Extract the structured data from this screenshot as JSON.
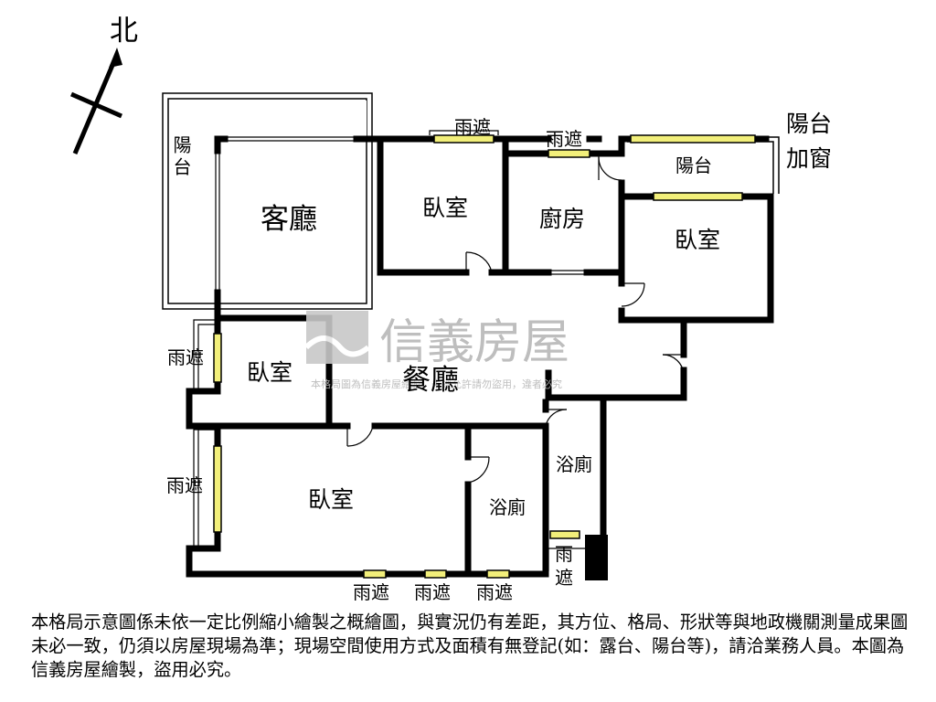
{
  "compass": {
    "label": "北"
  },
  "rooms": {
    "living_room": "客廳",
    "dining_room": "餐廳",
    "kitchen": "廚房",
    "bedroom_top": "臥室",
    "bedroom_right": "臥室",
    "bedroom_left": "臥室",
    "bedroom_bottom": "臥室",
    "bathroom_center": "浴廁",
    "bathroom_right": "浴廁",
    "balcony_left": "陽台",
    "balcony_right": "陽台",
    "balcony_window_line1": "陽台",
    "balcony_window_line2": "加窗"
  },
  "canopies": {
    "top_a": "雨遮",
    "top_b": "雨遮",
    "left_a": "雨遮",
    "left_b": "雨遮",
    "bottom_a": "雨遮",
    "bottom_b": "雨遮",
    "bottom_c": "雨遮",
    "right_line1": "雨",
    "right_line2": "遮"
  },
  "watermark": {
    "brand": "信義房屋",
    "notice": "本格局圖為信義房屋繪製，未經允許請勿盜用，違者必究"
  },
  "disclaimer": "本格局示意圖係未依一定比例縮小繪製之概繪圖，與實況仍有差距，其方位、格局、形狀等與地政機關測量成果圖未必一致，仍須以房屋現場為準；現場空間使用方式及面積有無登記(如：露台、陽台等)，請洽業務人員。本圖為信義房屋繪製，盜用必究。",
  "colors": {
    "wall": "#000000",
    "window": "#f2ef7a",
    "watermark": "#c8c8c8",
    "background": "#ffffff"
  }
}
